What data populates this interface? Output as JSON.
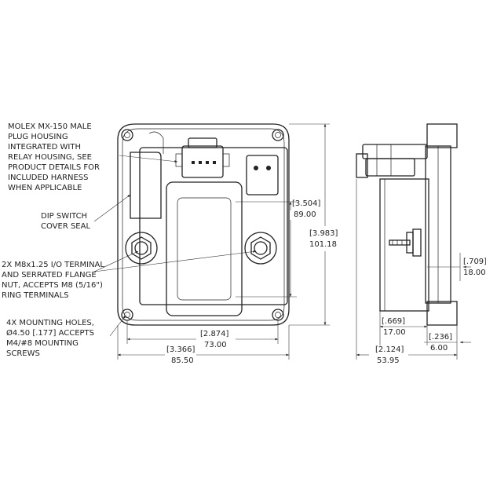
{
  "callouts": {
    "connector": [
      "MOLEX MX-150 MALE",
      "PLUG HOUSING",
      "INTEGRATED WITH",
      "RELAY HOUSING, SEE",
      "PRODUCT DETAILS FOR",
      "INCLUDED HARNESS",
      "WHEN APPLICABLE"
    ],
    "dip_switch": [
      "DIP SWITCH",
      "COVER SEAL"
    ],
    "terminals": [
      "2X M8x1.25 I/O TERMINAL",
      "AND SERRATED FLANGE",
      "NUT, ACCEPTS M8 (5/16\")",
      "RING TERMINALS"
    ],
    "mounting": [
      "4X MOUNTING HOLES,",
      "Ø4.50 [.177] ACCEPTS",
      "M4/#8 MOUNTING",
      "SCREWS"
    ]
  },
  "dimensions": {
    "h_inner_in": "[3.504]",
    "h_inner_mm": "89.00",
    "h_outer_in": "[3.983]",
    "h_outer_mm": "101.18",
    "w_inner_in": "[2.874]",
    "w_inner_mm": "73.00",
    "w_outer_in": "[3.366]",
    "w_outer_mm": "85.50",
    "side_total_in": "[2.124]",
    "side_total_mm": "53.95",
    "side_body_in": "[.669]",
    "side_body_mm": "17.00",
    "flange_in": "[.236]",
    "flange_mm": "6.00",
    "stud_in": "[.709]",
    "stud_mm": "18.00"
  }
}
